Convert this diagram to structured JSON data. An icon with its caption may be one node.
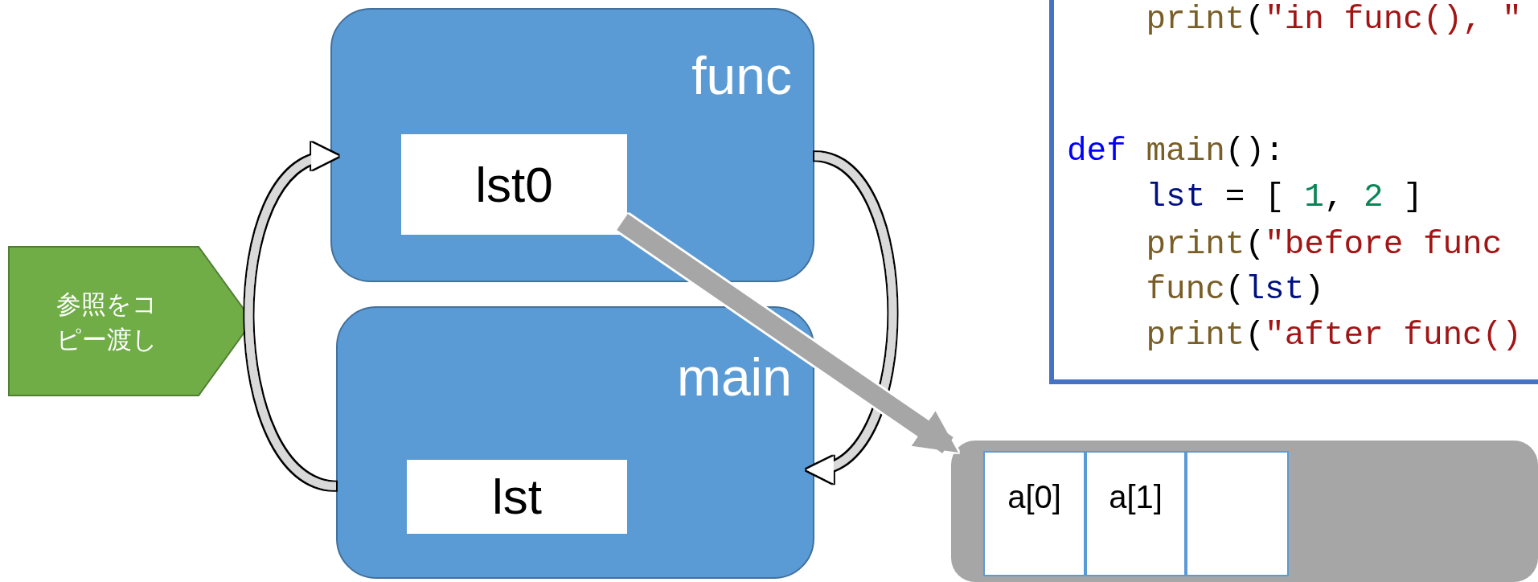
{
  "diagram": {
    "nodes": [
      {
        "text": [
          "func"
        ]
      },
      {
        "text": [
          "lst0"
        ],
        "in": 0
      },
      {
        "text": [
          "main"
        ]
      },
      {
        "text": [
          "lst"
        ],
        "in": 2
      },
      {
        "text": [
          "参照をコピー渡し"
        ]
      },
      {
        "text": [],
        "shape": "box"
      },
      {
        "text": [
          "a[0]"
        ],
        "in": 5
      },
      {
        "text": [
          "a[1]"
        ],
        "in": 5
      },
      {
        "text": [],
        "shape": "box",
        "in": 5
      }
    ],
    "edges": [
      {
        "from": 2,
        "to": 0,
        "arrow": "to"
      },
      {
        "from": 0,
        "to": 2,
        "arrow": "to"
      },
      {
        "from": 1,
        "to": 5,
        "arrow": "to",
        "style": "thick",
        "color": "#a6a6a6"
      },
      {
        "from": 3,
        "to": 5,
        "arrow": "to",
        "style": "thick",
        "color": "#a6a6a6"
      }
    ],
    "labels": [
      "    print(\"in func(), \"",
      "def main():",
      "    lst = [ 1, 2 ]",
      "    print(\"before func",
      "    func(lst)",
      "    print(\"after func()"
    ]
  }
}
